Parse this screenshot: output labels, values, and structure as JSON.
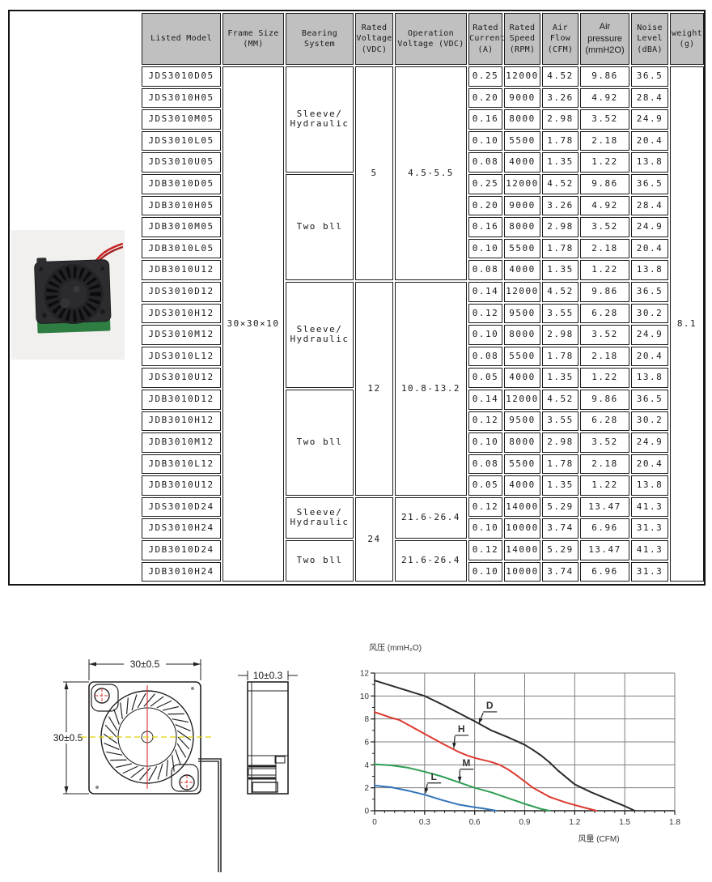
{
  "table": {
    "headers": [
      {
        "label": "Listed Model"
      },
      {
        "label": "Frame Size\n(MM)"
      },
      {
        "label": "Bearing\nSystem"
      },
      {
        "label": "Rated\nVoltage\n(VDC)"
      },
      {
        "label": "Operation\nVoltage (VDC)"
      },
      {
        "label": "Rated\nCurrent\n(A)"
      },
      {
        "label": "Rated\nSpeed\n(RPM)"
      },
      {
        "label": "Air Flow\n(CFM)"
      },
      {
        "label": "Air\npressure\n(mmH2O)",
        "sans": true
      },
      {
        "label": "Noise\nLevel\n(dBA)"
      },
      {
        "label": "weight\n(g)"
      }
    ],
    "frame_size": "30×30×10",
    "weight": "8.1",
    "bearing_spans": [
      {
        "row": 0,
        "span": 5,
        "label": "Sleeve/\nHydraulic"
      },
      {
        "row": 5,
        "span": 5,
        "label": "Two bll"
      },
      {
        "row": 10,
        "span": 5,
        "label": "Sleeve/\nHydraulic"
      },
      {
        "row": 15,
        "span": 5,
        "label": "Two bll"
      },
      {
        "row": 20,
        "span": 2,
        "label": "Sleeve/\nHydraulic"
      },
      {
        "row": 22,
        "span": 2,
        "label": "Two bll"
      }
    ],
    "voltage_spans": [
      {
        "row": 0,
        "span": 10,
        "label": "5"
      },
      {
        "row": 10,
        "span": 10,
        "label": "12"
      },
      {
        "row": 20,
        "span": 4,
        "label": "24"
      }
    ],
    "operation_voltage_spans": [
      {
        "row": 0,
        "span": 10,
        "label": "4.5-5.5"
      },
      {
        "row": 10,
        "span": 10,
        "label": "10.8-13.2"
      },
      {
        "row": 20,
        "span": 2,
        "label": "21.6-26.4"
      },
      {
        "row": 22,
        "span": 2,
        "label": "21.6-26.4"
      }
    ],
    "rows": [
      {
        "model": "JDS3010D05",
        "current": "0.25",
        "speed": "12000",
        "airflow": "4.52",
        "pressure": "9.86",
        "noise": "36.5"
      },
      {
        "model": "JDS3010H05",
        "current": "0.20",
        "speed": "9000",
        "airflow": "3.26",
        "pressure": "4.92",
        "noise": "28.4"
      },
      {
        "model": "JDS3010M05",
        "current": "0.16",
        "speed": "8000",
        "airflow": "2.98",
        "pressure": "3.52",
        "noise": "24.9"
      },
      {
        "model": "JDS3010L05",
        "current": "0.10",
        "speed": "5500",
        "airflow": "1.78",
        "pressure": "2.18",
        "noise": "20.4"
      },
      {
        "model": "JDS3010U05",
        "current": "0.08",
        "speed": "4000",
        "airflow": "1.35",
        "pressure": "1.22",
        "noise": "13.8"
      },
      {
        "model": "JDB3010D05",
        "current": "0.25",
        "speed": "12000",
        "airflow": "4.52",
        "pressure": "9.86",
        "noise": "36.5"
      },
      {
        "model": "JDB3010H05",
        "current": "0.20",
        "speed": "9000",
        "airflow": "3.26",
        "pressure": "4.92",
        "noise": "28.4"
      },
      {
        "model": "JDB3010M05",
        "current": "0.16",
        "speed": "8000",
        "airflow": "2.98",
        "pressure": "3.52",
        "noise": "24.9"
      },
      {
        "model": "JDB3010L05",
        "current": "0.10",
        "speed": "5500",
        "airflow": "1.78",
        "pressure": "2.18",
        "noise": "20.4"
      },
      {
        "model": "JDB3010U12",
        "current": "0.08",
        "speed": "4000",
        "airflow": "1.35",
        "pressure": "1.22",
        "noise": "13.8"
      },
      {
        "model": "JDS3010D12",
        "current": "0.14",
        "speed": "12000",
        "airflow": "4.52",
        "pressure": "9.86",
        "noise": "36.5"
      },
      {
        "model": "JDS3010H12",
        "current": "0.12",
        "speed": "9500",
        "airflow": "3.55",
        "pressure": "6.28",
        "noise": "30.2"
      },
      {
        "model": "JDS3010M12",
        "current": "0.10",
        "speed": "8000",
        "airflow": "2.98",
        "pressure": "3.52",
        "noise": "24.9"
      },
      {
        "model": "JDS3010L12",
        "current": "0.08",
        "speed": "5500",
        "airflow": "1.78",
        "pressure": "2.18",
        "noise": "20.4"
      },
      {
        "model": "JDS3010U12",
        "current": "0.05",
        "speed": "4000",
        "airflow": "1.35",
        "pressure": "1.22",
        "noise": "13.8"
      },
      {
        "model": "JDB3010D12",
        "current": "0.14",
        "speed": "12000",
        "airflow": "4.52",
        "pressure": "9.86",
        "noise": "36.5"
      },
      {
        "model": "JDB3010H12",
        "current": "0.12",
        "speed": "9500",
        "airflow": "3.55",
        "pressure": "6.28",
        "noise": "30.2"
      },
      {
        "model": "JDB3010M12",
        "current": "0.10",
        "speed": "8000",
        "airflow": "2.98",
        "pressure": "3.52",
        "noise": "24.9"
      },
      {
        "model": "JDB3010L12",
        "current": "0.08",
        "speed": "5500",
        "airflow": "1.78",
        "pressure": "2.18",
        "noise": "20.4"
      },
      {
        "model": "JDB3010U12",
        "current": "0.05",
        "speed": "4000",
        "airflow": "1.35",
        "pressure": "1.22",
        "noise": "13.8"
      },
      {
        "model": "JDS3010D24",
        "current": "0.12",
        "speed": "14000",
        "airflow": "5.29",
        "pressure": "13.47",
        "noise": "41.3"
      },
      {
        "model": "JDS3010H24",
        "current": "0.10",
        "speed": "10000",
        "airflow": "3.74",
        "pressure": "6.96",
        "noise": "31.3"
      },
      {
        "model": "JDB3010D24",
        "current": "0.12",
        "speed": "14000",
        "airflow": "5.29",
        "pressure": "13.47",
        "noise": "41.3"
      },
      {
        "model": "JDB3010H24",
        "current": "0.10",
        "speed": "10000",
        "airflow": "3.74",
        "pressure": "6.96",
        "noise": "31.3"
      }
    ]
  },
  "photo": {
    "alt": "blower fan product photo"
  },
  "drawing": {
    "front_width_dim": "30±0.5",
    "front_height_dim": "30±0.5",
    "side_width_dim": "10±0.3"
  },
  "chart_data": {
    "type": "line",
    "title": "",
    "ylabel": "风压 (mmH₂O)",
    "xlabel": "风量 (CFM)",
    "xlim": [
      0,
      1.8
    ],
    "ylim": [
      0,
      12
    ],
    "xticks": [
      0,
      0.3,
      0.6,
      0.9,
      1.2,
      1.5,
      1.8
    ],
    "yticks": [
      0,
      2,
      4,
      6,
      8,
      10,
      12
    ],
    "x_minor_step": 0.06,
    "y_minor_step": 1,
    "grid": true,
    "grid_color": "#7d7d7d",
    "label_color": "#1e2d4f",
    "series": [
      {
        "name": "D",
        "color": "#2b2b2b",
        "label_at": [
          0.69,
          8.9
        ],
        "arrow_to": [
          0.625,
          7.6
        ],
        "points": [
          [
            0,
            11.35
          ],
          [
            0.1,
            10.9
          ],
          [
            0.2,
            10.45
          ],
          [
            0.3,
            10.0
          ],
          [
            0.4,
            9.3
          ],
          [
            0.5,
            8.55
          ],
          [
            0.6,
            7.8
          ],
          [
            0.7,
            7.0
          ],
          [
            0.8,
            6.4
          ],
          [
            0.9,
            5.75
          ],
          [
            0.95,
            5.3
          ],
          [
            1.0,
            4.8
          ],
          [
            1.05,
            4.2
          ],
          [
            1.1,
            3.5
          ],
          [
            1.15,
            2.9
          ],
          [
            1.2,
            2.3
          ],
          [
            1.3,
            1.6
          ],
          [
            1.4,
            1.0
          ],
          [
            1.5,
            0.4
          ],
          [
            1.56,
            0
          ]
        ]
      },
      {
        "name": "H",
        "color": "#dc3a30",
        "label_at": [
          0.52,
          6.85
        ],
        "arrow_to": [
          0.475,
          5.45
        ],
        "points": [
          [
            0,
            8.6
          ],
          [
            0.1,
            8.1
          ],
          [
            0.15,
            7.9
          ],
          [
            0.2,
            7.5
          ],
          [
            0.3,
            6.7
          ],
          [
            0.4,
            5.9
          ],
          [
            0.5,
            5.15
          ],
          [
            0.55,
            4.85
          ],
          [
            0.6,
            4.6
          ],
          [
            0.7,
            4.25
          ],
          [
            0.75,
            4.0
          ],
          [
            0.8,
            3.6
          ],
          [
            0.85,
            3.1
          ],
          [
            0.9,
            2.55
          ],
          [
            0.95,
            2.0
          ],
          [
            1.0,
            1.6
          ],
          [
            1.05,
            1.2
          ],
          [
            1.1,
            0.95
          ],
          [
            1.15,
            0.7
          ],
          [
            1.2,
            0.5
          ],
          [
            1.25,
            0.3
          ],
          [
            1.33,
            0
          ]
        ]
      },
      {
        "name": "M",
        "color": "#2f9e55",
        "label_at": [
          0.55,
          3.9
        ],
        "arrow_to": [
          0.51,
          2.5
        ],
        "points": [
          [
            0,
            4.05
          ],
          [
            0.1,
            3.95
          ],
          [
            0.2,
            3.75
          ],
          [
            0.3,
            3.4
          ],
          [
            0.4,
            3.0
          ],
          [
            0.5,
            2.5
          ],
          [
            0.6,
            2.0
          ],
          [
            0.7,
            1.6
          ],
          [
            0.8,
            1.1
          ],
          [
            0.9,
            0.6
          ],
          [
            1.0,
            0.15
          ],
          [
            1.05,
            0
          ]
        ]
      },
      {
        "name": "L",
        "color": "#3273b8",
        "label_at": [
          0.355,
          2.7
        ],
        "arrow_to": [
          0.305,
          1.5
        ],
        "points": [
          [
            0,
            2.2
          ],
          [
            0.1,
            2.05
          ],
          [
            0.2,
            1.75
          ],
          [
            0.3,
            1.4
          ],
          [
            0.4,
            0.95
          ],
          [
            0.5,
            0.55
          ],
          [
            0.6,
            0.3
          ],
          [
            0.65,
            0.2
          ],
          [
            0.73,
            0
          ]
        ]
      }
    ]
  }
}
